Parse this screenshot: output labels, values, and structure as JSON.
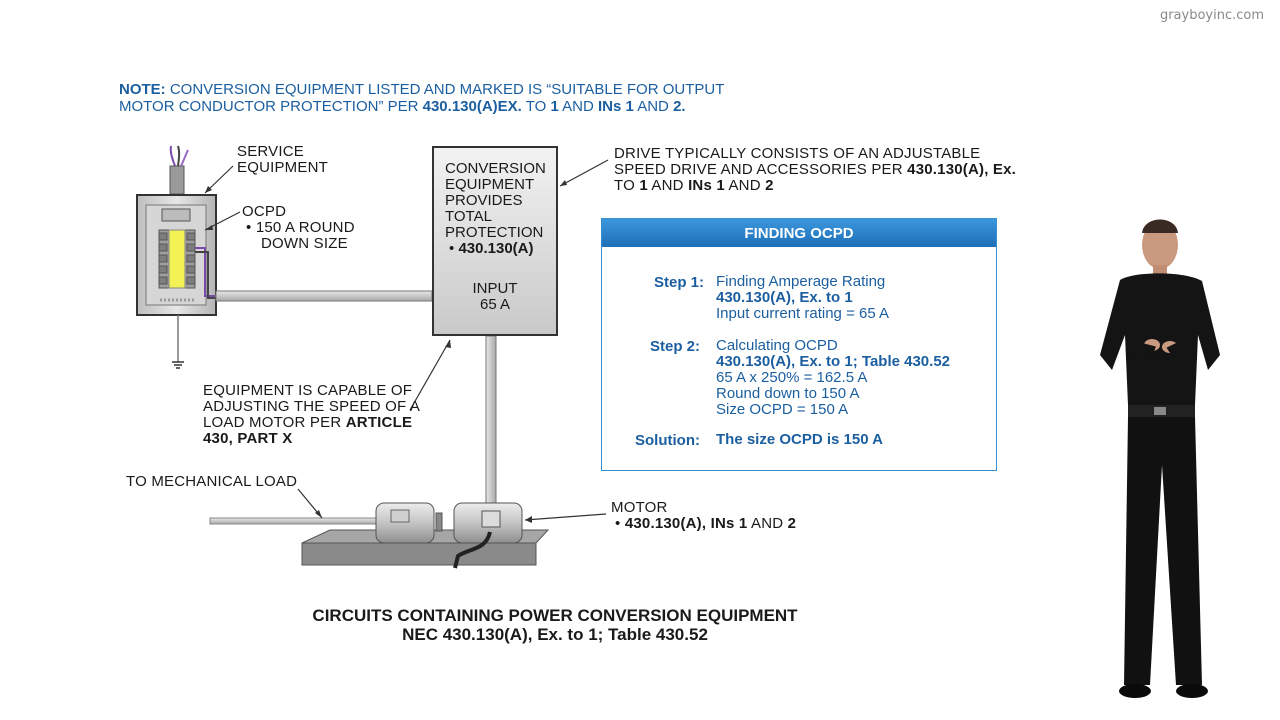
{
  "watermark": "grayboyinc.com",
  "note": {
    "prefix": "NOTE:",
    "line1": " CONVERSION EQUIPMENT LISTED AND MARKED IS “SUITABLE FOR OUTPUT",
    "line2_a": "MOTOR CONDUCTOR PROTECTION” PER ",
    "line2_b": "430.130(A)EX.",
    "line2_c": " TO ",
    "line2_d": "1",
    "line2_e": " AND ",
    "line2_f": "INs 1",
    "line2_g": " AND ",
    "line2_h": "2."
  },
  "service": {
    "line1": "SERVICE",
    "line2": "EQUIPMENT"
  },
  "ocpd": {
    "title": "OCPD",
    "bullet": "•",
    "line1": "150 A ROUND",
    "line2": "DOWN SIZE"
  },
  "conversion": {
    "line1": "CONVERSION",
    "line2": "EQUIPMENT",
    "line3": "PROVIDES",
    "line4": "TOTAL",
    "line5": "PROTECTION",
    "bullet": "•",
    "ref": "430.130(A)",
    "input1": "INPUT",
    "input2": "65 A"
  },
  "drive": {
    "line1": "DRIVE TYPICALLY CONSISTS OF AN ADJUSTABLE",
    "line2_a": "SPEED DRIVE AND ACCESSORIES PER ",
    "line2_b": "430.130(A), Ex.",
    "line3_a": "TO ",
    "line3_b": "1",
    "line3_c": " AND ",
    "line3_d": "INs 1",
    "line3_e": " AND ",
    "line3_f": "2"
  },
  "equipment": {
    "line1": "EQUIPMENT IS CAPABLE OF",
    "line2": "ADJUSTING THE SPEED OF A",
    "line3_a": "LOAD MOTOR PER ",
    "line3_b": "ARTICLE",
    "line4": "430, PART X"
  },
  "mech_load": "TO MECHANICAL LOAD",
  "motor": {
    "title": "MOTOR",
    "bullet": "•",
    "ref_a": "430.130(A), INs 1",
    "ref_b": " AND ",
    "ref_c": "2"
  },
  "finding": {
    "header": "FINDING OCPD",
    "step1_label": "Step 1:",
    "step1_l1": "Finding Amperage Rating",
    "step1_l2": "430.130(A), Ex. to 1",
    "step1_l3": "Input current rating = 65 A",
    "step2_label": "Step 2:",
    "step2_l1": "Calculating OCPD",
    "step2_l2": "430.130(A), Ex. to 1; Table 430.52",
    "step2_l3": "65 A x 250% = 162.5 A",
    "step2_l4": "Round down to  150 A",
    "step2_l5": "Size OCPD = 150 A",
    "solution_label": "Solution:",
    "solution_text": "The size OCPD is 150 A"
  },
  "caption": {
    "line1": "CIRCUITS CONTAINING POWER CONVERSION EQUIPMENT",
    "line2": "NEC 430.130(A), Ex. to 1; Table 430.52"
  }
}
